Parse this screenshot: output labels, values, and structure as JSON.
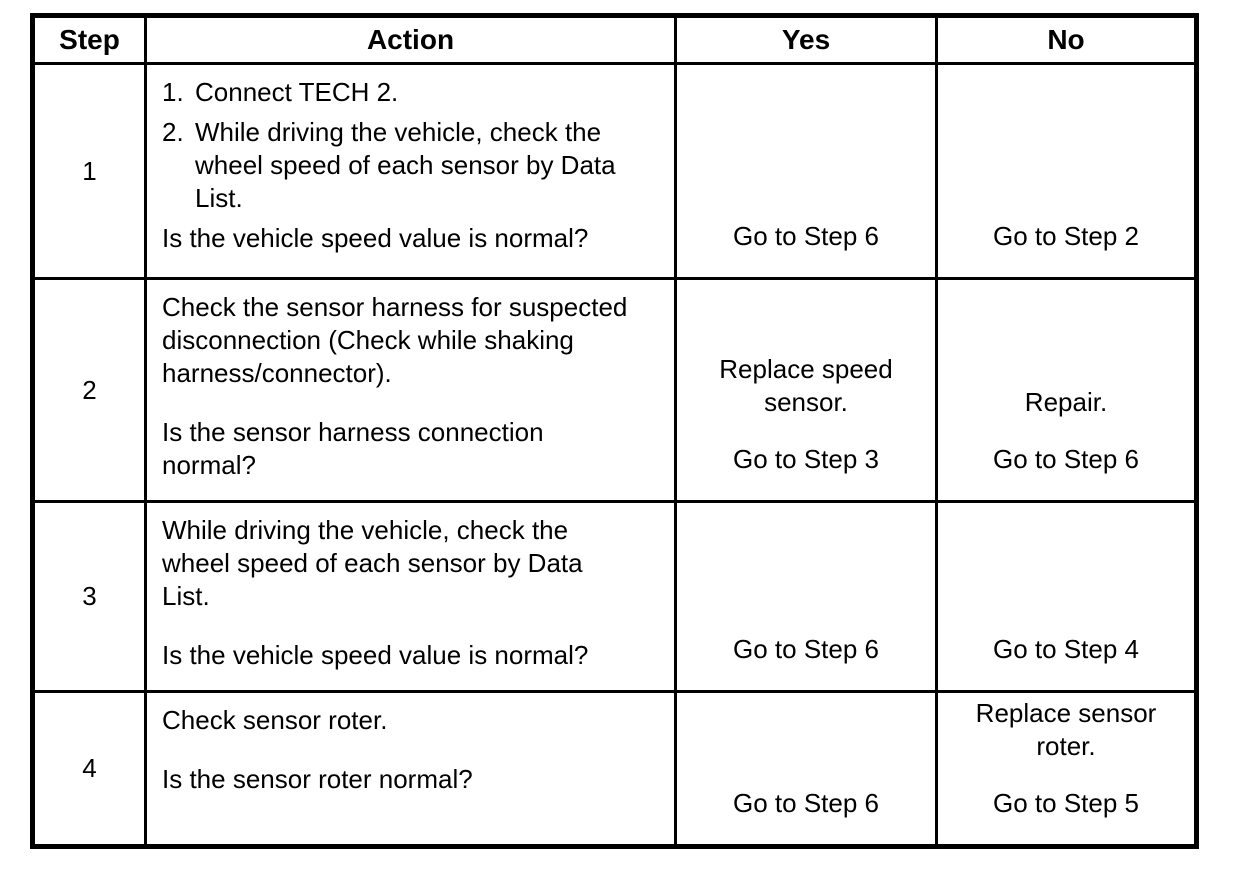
{
  "page": {
    "background_color": "#ffffff",
    "text_color": "#000000",
    "border_color": "#000000"
  },
  "table": {
    "headers": {
      "step": "Step",
      "action": "Action",
      "yes": "Yes",
      "no": "No"
    },
    "rows": [
      {
        "step": "1",
        "action": {
          "items": [
            {
              "num": "1.",
              "text": "Connect TECH 2."
            },
            {
              "num": "2.",
              "text": "While driving the vehicle, check the wheel speed of each sensor by Data List."
            }
          ],
          "question": "Is the vehicle speed value is normal?"
        },
        "yes": {
          "goto": "Go to Step 6"
        },
        "no": {
          "goto": "Go to Step 2"
        }
      },
      {
        "step": "2",
        "action": {
          "paragraph": "Check the sensor harness for suspected disconnection (Check while shaking harness/connector).",
          "question": "Is the sensor harness connection normal?"
        },
        "yes": {
          "action": "Replace speed sensor.",
          "goto": "Go to Step 3"
        },
        "no": {
          "action": "Repair.",
          "goto": "Go to Step 6"
        }
      },
      {
        "step": "3",
        "action": {
          "paragraph": "While driving the vehicle, check the wheel speed of each sensor by Data List.",
          "question": "Is the vehicle speed value is normal?"
        },
        "yes": {
          "goto": "Go to Step 6"
        },
        "no": {
          "goto": "Go to Step 4"
        }
      },
      {
        "step": "4",
        "action": {
          "paragraph": "Check sensor roter.",
          "question": "Is the sensor roter normal?"
        },
        "yes": {
          "goto": "Go to Step 6"
        },
        "no": {
          "action": "Replace sensor roter.",
          "goto": "Go to Step 5"
        }
      }
    ]
  }
}
